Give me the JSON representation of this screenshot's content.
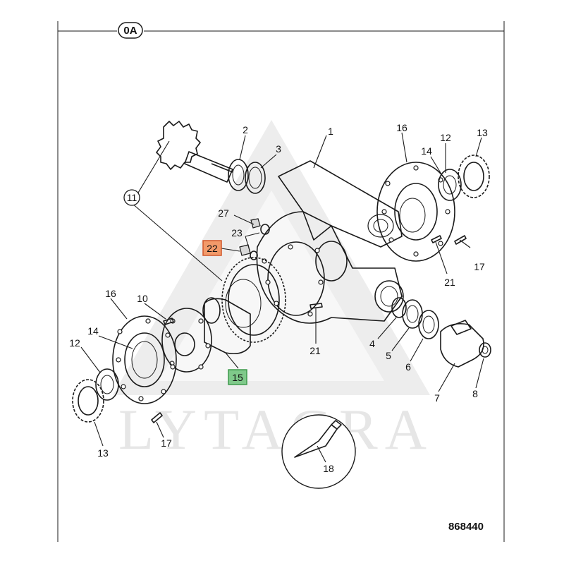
{
  "sheet": {
    "section_badge": "0A",
    "drawing_number": "868440"
  },
  "watermark": {
    "text": "LYTAGRA"
  },
  "colors": {
    "highlight_orange": "#f29a6a",
    "highlight_orange_border": "#d2572a",
    "highlight_green": "#7fc98a",
    "highlight_green_border": "#3e9a4c"
  },
  "callouts": {
    "c1": "1",
    "c2": "2",
    "c3": "3",
    "c4": "4",
    "c5": "5",
    "c6": "6",
    "c7": "7",
    "c8": "8",
    "c10": "10",
    "c11": "11",
    "c12a": "12",
    "c12b": "12",
    "c13a": "13",
    "c13b": "13",
    "c14a": "14",
    "c14b": "14",
    "c15": "15",
    "c16a": "16",
    "c16b": "16",
    "c17a": "17",
    "c17b": "17",
    "c18": "18",
    "c21a": "21",
    "c21b": "21",
    "c22": "22",
    "c23": "23",
    "c27": "27"
  }
}
